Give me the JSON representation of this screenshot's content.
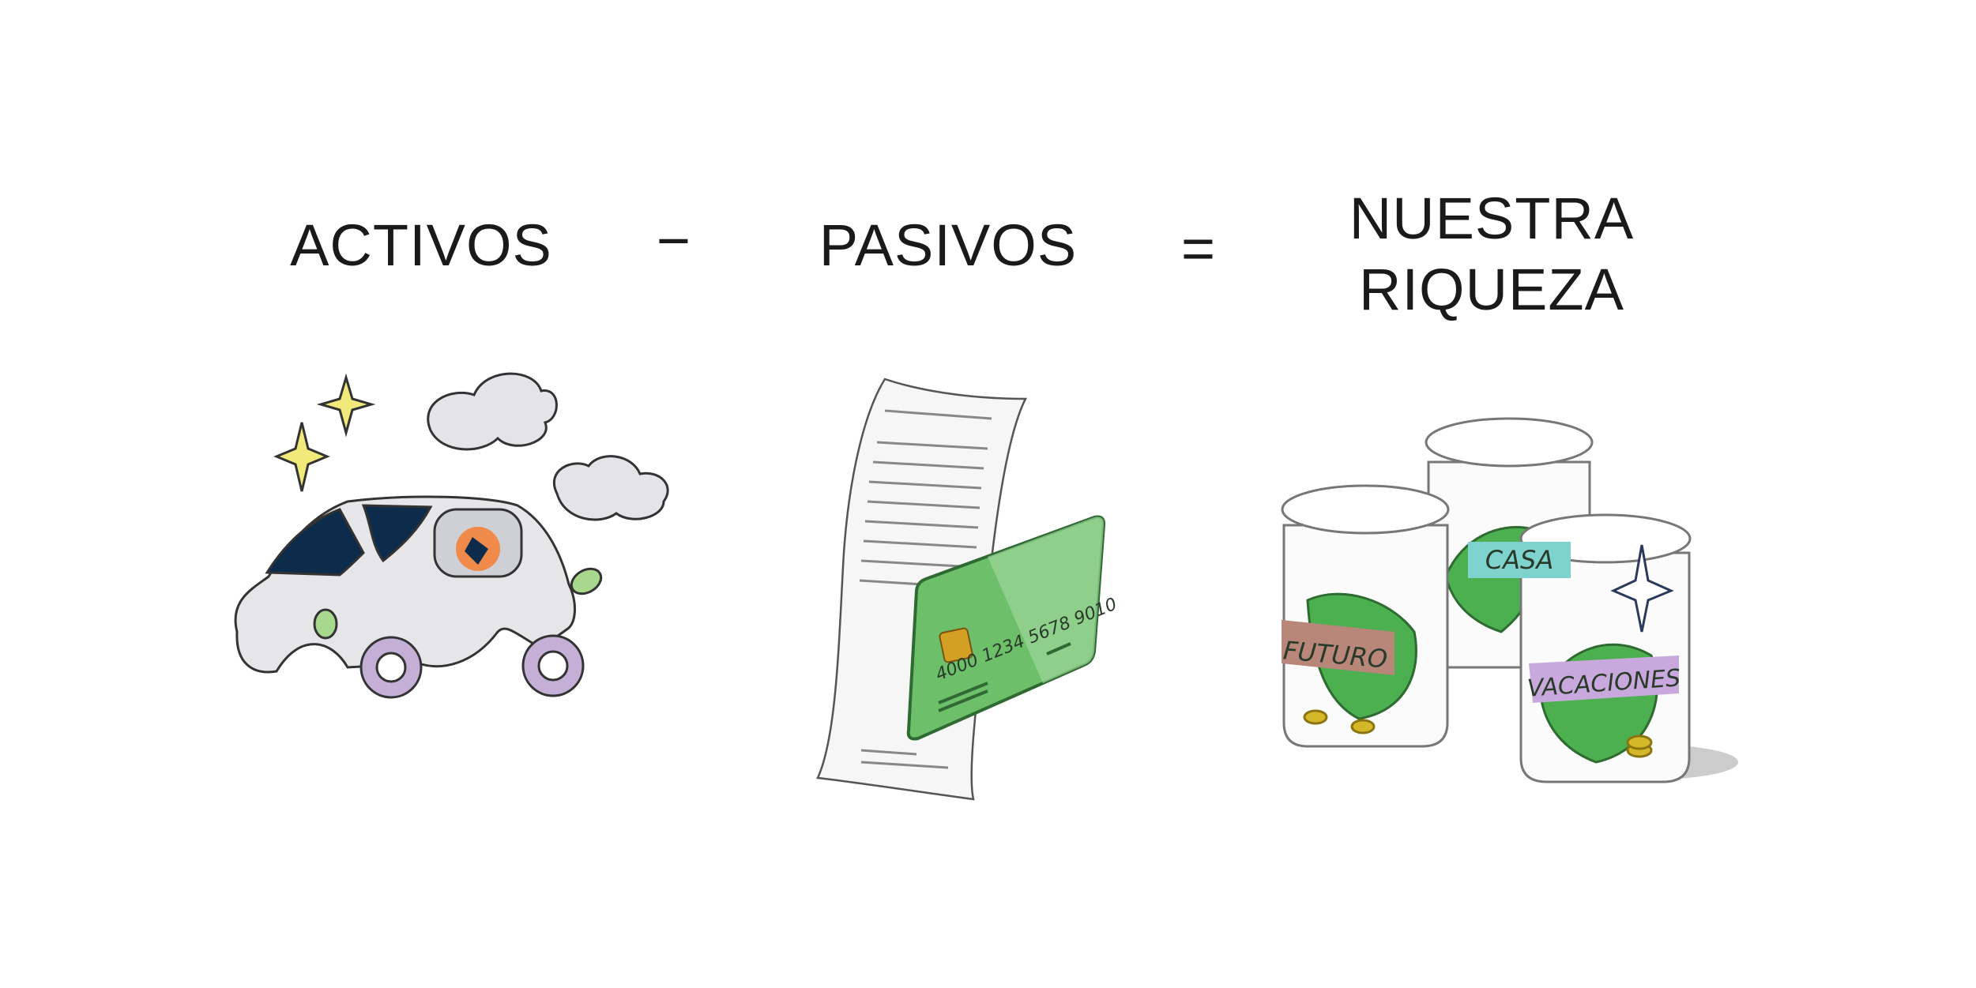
{
  "equation": {
    "term1": "ACTIVOS",
    "operator1": "−",
    "term2": "PASIVOS",
    "operator2": "=",
    "result_line1": "NUESTRA",
    "result_line2": "RIQUEZA"
  },
  "card": {
    "number": "4000 1234 5678 9010"
  },
  "jars": [
    {
      "label": "FUTURO",
      "color": "#b8877a"
    },
    {
      "label": "CASA",
      "color": "#7fd3cf"
    },
    {
      "label": "VACACIONES",
      "color": "#c9a9dd"
    }
  ],
  "icons": [
    "car-illustration",
    "receipt-illustration",
    "credit-card-illustration",
    "savings-jars-illustration",
    "sparkle-icon",
    "cloud-icon"
  ],
  "colors": {
    "text": "#1a1a1a",
    "card_green": "#6dbf6a",
    "money_green": "#4caf50",
    "car_body": "#e6e5e8",
    "car_window": "#0d2b4a",
    "wheel": "#c4b0d6",
    "sparkle": "#f1ea7a"
  }
}
